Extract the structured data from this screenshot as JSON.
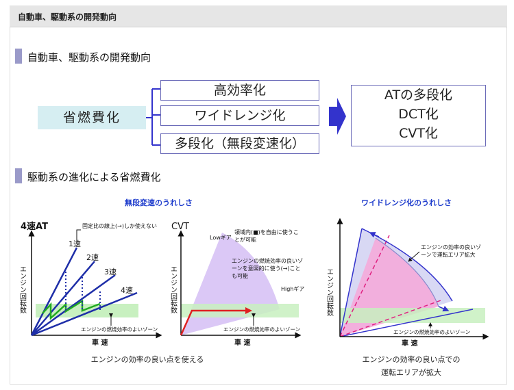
{
  "page": {
    "window_title": "自動車、駆動系の開発動向",
    "section1_title": "自動車、駆動系の開発動向",
    "section2_title": "駆動系の進化による省燃費化"
  },
  "flow": {
    "source": "省燃費化",
    "branches": [
      "高効率化",
      "ワイドレンジ化",
      "多段化（無段変速化）"
    ],
    "results": [
      "ATの多段化",
      "DCT化",
      "CVT化"
    ]
  },
  "left_panel": {
    "title": "無段変速のうれしさ",
    "at_chart": {
      "corner_label": "4速AT",
      "ylabel": "エンジン回転数",
      "xlabel": "車 速",
      "gear_labels": [
        "1速",
        "2速",
        "3速",
        "4速"
      ],
      "callout": "固定比の線上(→)しか使えない",
      "zone_label": "エンジンの燃焼効率のよいゾーン"
    },
    "cvt_chart": {
      "corner_label": "CVT",
      "ylabel": "エンジン回転数",
      "xlabel": "車 速",
      "low_gear": "Lowギア",
      "high_gear": "Highギア",
      "note1": "領域内(■)を自由に使うことが可能",
      "note2": "エンジンの燃焼効率の良いゾーンを意図的に使う(→)ことも可能",
      "zone_label": "エンジンの燃焼効率のよいゾーン"
    },
    "caption": "エンジンの効率の良い点を使える"
  },
  "right_panel": {
    "title": "ワイドレンジ化のうれしさ",
    "chart": {
      "ylabel": "エンジン回転数",
      "xlabel": "車 速",
      "note": "エンジンの効率の良いゾーンで運転エリア拡大",
      "zone_label": "エンジンの燃焼効率のよいゾーン"
    },
    "caption_line1": "エンジンの効率の良い点での",
    "caption_line2": "運転エリアが拡大"
  },
  "colors": {
    "accent_bar": "#9a9ac9",
    "box_border": "#6a6ab8",
    "arrow": "#3333cc",
    "title_blue": "#1e3ccc",
    "zone_green": "#c8f0c0",
    "cvt_purple": "#d7c2f5",
    "pink_area": "#f7a8d8",
    "red_line": "#e02020"
  },
  "icons": [
    "bar-accent",
    "right-arrow"
  ]
}
